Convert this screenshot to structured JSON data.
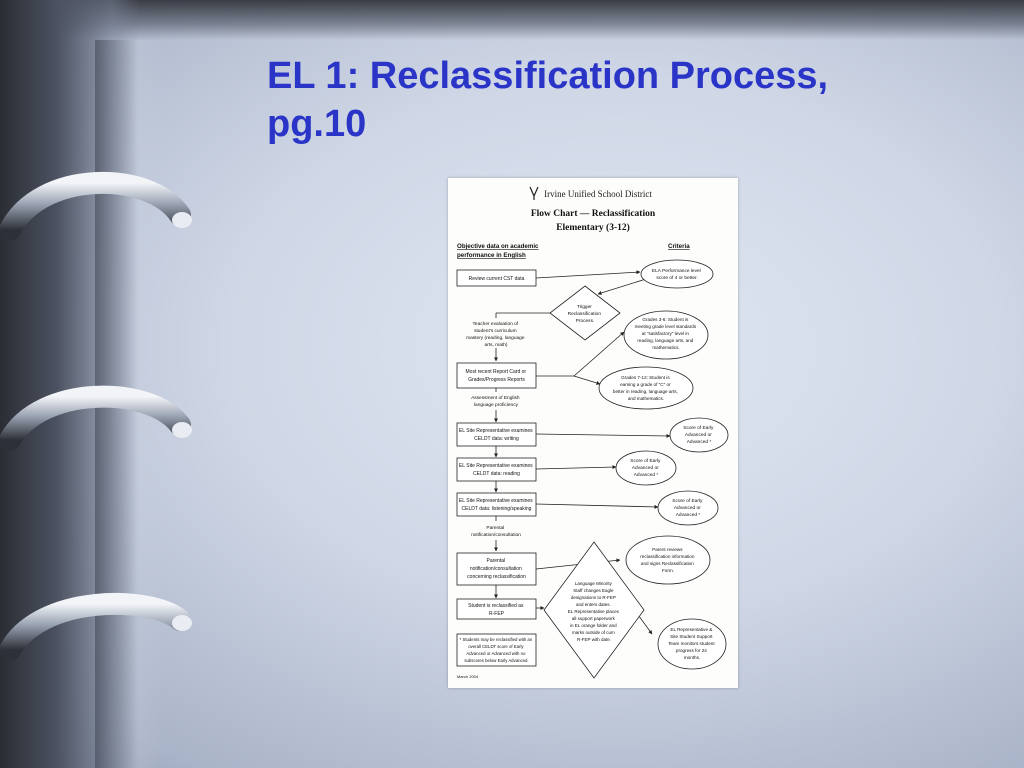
{
  "slide": {
    "title_line1": "EL 1: Reclassification Process,",
    "title_line2": "pg.10"
  },
  "document": {
    "district": "Irvine Unified School District",
    "heading_line1": "Flow Chart — Reclassification",
    "heading_line2": "Elementary (3-12)",
    "left_header_line1": "Objective data on academic",
    "left_header_line2": "performance in English",
    "right_header": "Criteria",
    "boxes": {
      "cst": [
        "Review current CST data"
      ],
      "report": [
        "Most recent Report Card or",
        "Grades/Progress Reports"
      ],
      "writing": [
        "EL Site Representative examines",
        "CELDT data: writing"
      ],
      "reading": [
        "EL Site Representative examines",
        "CELDT data: reading"
      ],
      "listening": [
        "EL Site Representative examines",
        "CELDT data: listening/speaking"
      ],
      "parental": [
        "Parental",
        "notification/consultation",
        "concerning reclassification"
      ],
      "reclassified": [
        "Student is reclassified as",
        "R-FEP"
      ],
      "footnote": [
        "* Students may be reclassified with an",
        "overall CELDT score of Early",
        "Advanced or Advanced with no",
        "subscores below Early Advanced."
      ]
    },
    "labels": {
      "teacher_eval": [
        "Teacher evaluation of",
        "student's curriculum",
        "mastery (reading, language",
        "arts, math)"
      ],
      "assessment": [
        "Assessment of English",
        "language proficiency"
      ],
      "parental_label": [
        "Parental",
        "notification/consultation"
      ]
    },
    "diamonds": {
      "trigger": [
        "Trigger",
        "Reclassification",
        "Process."
      ],
      "staff": [
        "Language Minority",
        "Staff changes Eagle",
        "designations to R-FEP",
        "and enters dates.",
        "EL Representative places",
        "all support paperwork",
        "in EL orange folder and",
        "marks outside of cum",
        "R-FEP with date."
      ]
    },
    "ellipses": {
      "ela": [
        "ELA Performance level",
        "score of 4 or better."
      ],
      "grades34": [
        "Grades 3-6: Student is",
        "meeting grade level standards",
        "at \"satisfactory\" level in",
        "reading, language arts, and",
        "mathematics."
      ],
      "grades712": [
        "Grades 7-12: Student is",
        "earning a grade of \"C\" or",
        "better in reading, language arts,",
        "and mathematics."
      ],
      "score1": [
        "Score of Early",
        "Advanced or",
        "Advanced *"
      ],
      "score2": [
        "Score of Early",
        "Advanced or",
        "Advanced *"
      ],
      "score3": [
        "Score of Early",
        "Advanced or",
        "Advanced *"
      ],
      "parent_reviews": [
        "Parent reviews",
        "reclassification information",
        "and signs Reclassification",
        "Form."
      ],
      "support_team": [
        "EL Representative &",
        "Site Student Support",
        "Team monitors student",
        "progress for 24",
        "months."
      ]
    },
    "date": "March 2004"
  }
}
